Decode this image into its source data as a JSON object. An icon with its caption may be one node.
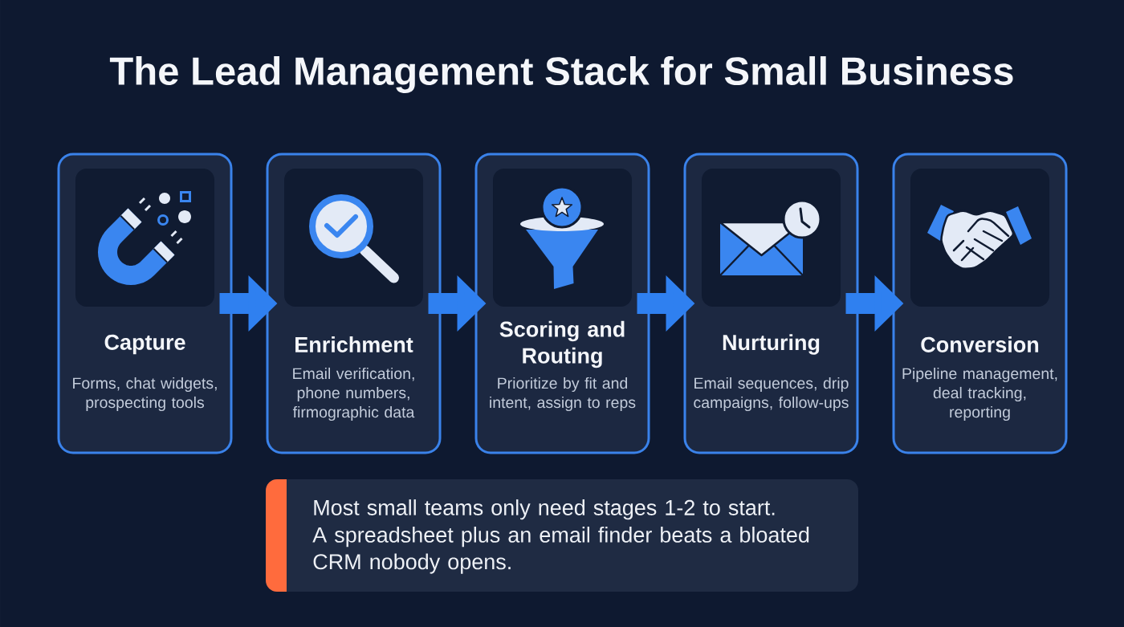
{
  "diagram": {
    "title": "The Lead Management Stack for Small Business",
    "nodes": [
      {
        "text": [
          "Capture",
          "Forms, chat widgets, prospecting tools"
        ]
      },
      {
        "text": [
          "Enrichment",
          "Email verification, phone numbers, firmographic data"
        ]
      },
      {
        "text": [
          "Scoring and Routing",
          "Prioritize by fit and intent, assign to reps"
        ]
      },
      {
        "text": [
          "Nurturing",
          "Email sequences, drip campaigns, follow-ups"
        ]
      },
      {
        "text": [
          "Conversion",
          "Pipeline management, deal tracking, reporting"
        ]
      },
      {
        "text": [
          "Most small teams only need stages 1-2 to start.",
          "A spreadsheet plus an email finder beats a bloated CRM nobody opens."
        ]
      }
    ],
    "edges": [
      {
        "from": 0,
        "to": 1,
        "arrow": "to"
      },
      {
        "from": 1,
        "to": 2,
        "arrow": "to"
      },
      {
        "from": 2,
        "to": 3,
        "arrow": "to"
      },
      {
        "from": 3,
        "to": 4,
        "arrow": "to"
      }
    ]
  }
}
